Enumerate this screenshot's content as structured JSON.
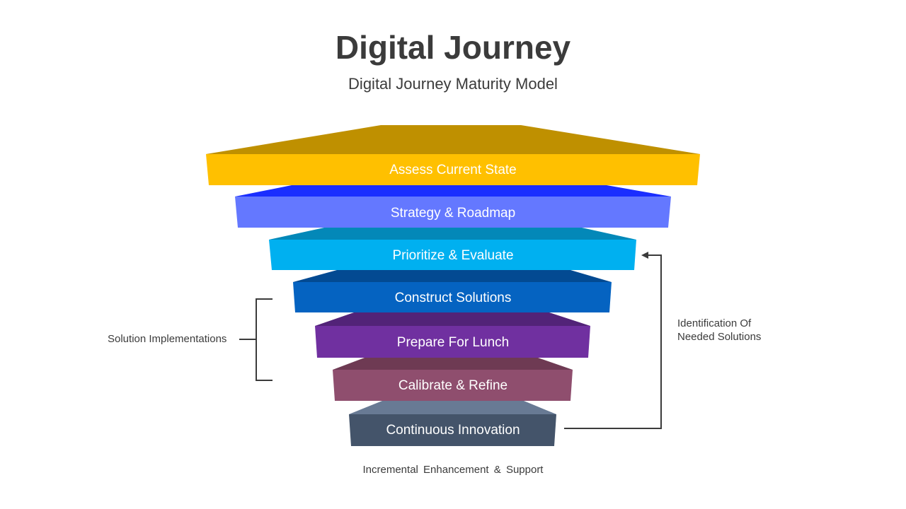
{
  "header": {
    "title": "Digital Journey",
    "subtitle": "Digital Journey Maturity Model"
  },
  "layers": [
    {
      "label": "Assess Current State",
      "color": "#FFC000",
      "top_color": "#BF9000"
    },
    {
      "label": "Strategy & Roadmap",
      "color": "#6478FF",
      "top_color": "#1A2EFF"
    },
    {
      "label": "Prioritize & Evaluate",
      "color": "#00B0F0",
      "top_color": "#0388B8"
    },
    {
      "label": "Construct Solutions",
      "color": "#0563C1",
      "top_color": "#034A92"
    },
    {
      "label": "Prepare For Lunch",
      "color": "#7030A0",
      "top_color": "#522378"
    },
    {
      "label": "Calibrate & Refine",
      "color": "#8F4E6E",
      "top_color": "#6E3A53"
    },
    {
      "label": "Continuous Innovation",
      "color": "#44546A",
      "top_color": "#687A94"
    }
  ],
  "annotations": {
    "left_label": "Solution Implementations",
    "right_label_line1": "Identification Of",
    "right_label_line2": "Needed Solutions",
    "footer": "Incremental  Enhancement  & Support"
  }
}
